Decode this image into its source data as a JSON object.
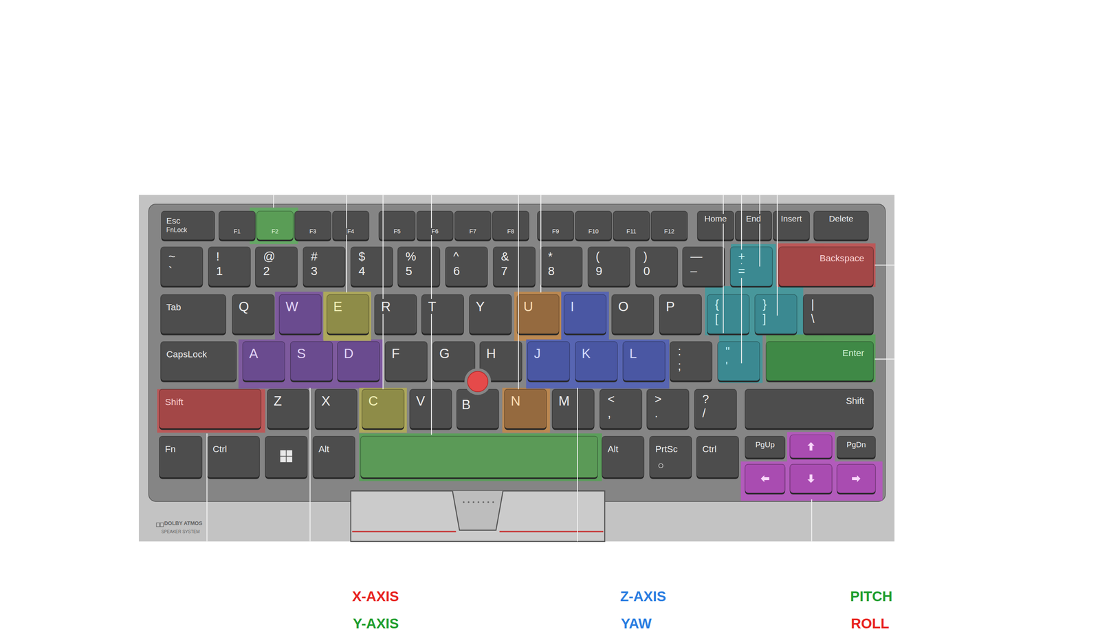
{
  "diagram": {
    "nodes": [
      {
        "text": [
          "Esc",
          "FnLock"
        ]
      },
      {
        "text": [
          "F1"
        ]
      },
      {
        "text": [
          "F2"
        ]
      },
      {
        "text": [
          "F3"
        ]
      },
      {
        "text": [
          "F4"
        ]
      },
      {
        "text": [
          "F5"
        ]
      },
      {
        "text": [
          "F6"
        ]
      },
      {
        "text": [
          "F7"
        ]
      },
      {
        "text": [
          "F8"
        ]
      },
      {
        "text": [
          "F9"
        ]
      },
      {
        "text": [
          "F10"
        ]
      },
      {
        "text": [
          "F11"
        ]
      },
      {
        "text": [
          "F12"
        ]
      },
      {
        "text": [
          "Home"
        ]
      },
      {
        "text": [
          "End"
        ]
      },
      {
        "text": [
          "Insert"
        ]
      },
      {
        "text": [
          "Delete"
        ]
      },
      {
        "text": [
          "~",
          "`"
        ]
      },
      {
        "text": [
          "!",
          "1"
        ]
      },
      {
        "text": [
          "@",
          "2"
        ]
      },
      {
        "text": [
          "#",
          "3"
        ]
      },
      {
        "text": [
          "$",
          "4"
        ]
      },
      {
        "text": [
          "%",
          "5"
        ]
      },
      {
        "text": [
          "^",
          "6"
        ]
      },
      {
        "text": [
          "&",
          "7"
        ]
      },
      {
        "text": [
          "*",
          "8"
        ]
      },
      {
        "text": [
          "(",
          "9"
        ]
      },
      {
        "text": [
          ")",
          "0"
        ]
      },
      {
        "text": [
          "—",
          "–"
        ]
      },
      {
        "text": [
          "+",
          "="
        ]
      },
      {
        "text": [
          "Backspace"
        ]
      },
      {
        "text": [
          "Tab"
        ]
      },
      {
        "text": [
          "Q"
        ]
      },
      {
        "text": [
          "W"
        ]
      },
      {
        "text": [
          "E"
        ]
      },
      {
        "text": [
          "R"
        ]
      },
      {
        "text": [
          "T"
        ]
      },
      {
        "text": [
          "Y"
        ]
      },
      {
        "text": [
          "U"
        ]
      },
      {
        "text": [
          "I"
        ]
      },
      {
        "text": [
          "O"
        ]
      },
      {
        "text": [
          "P"
        ]
      },
      {
        "text": [
          "{",
          "["
        ]
      },
      {
        "text": [
          "}",
          "]"
        ]
      },
      {
        "text": [
          "|",
          "\\"
        ]
      },
      {
        "text": [
          "CapsLock"
        ]
      },
      {
        "text": [
          "A"
        ]
      },
      {
        "text": [
          "S"
        ]
      },
      {
        "text": [
          "D"
        ]
      },
      {
        "text": [
          "F"
        ]
      },
      {
        "text": [
          "G"
        ]
      },
      {
        "text": [
          "H"
        ]
      },
      {
        "text": [
          "J"
        ]
      },
      {
        "text": [
          "K"
        ]
      },
      {
        "text": [
          "L"
        ]
      },
      {
        "text": [
          ":",
          ";"
        ]
      },
      {
        "text": [
          "\"",
          "'"
        ]
      },
      {
        "text": [
          "Enter"
        ]
      },
      {
        "text": [
          "Shift"
        ]
      },
      {
        "text": [
          "Z"
        ]
      },
      {
        "text": [
          "X"
        ]
      },
      {
        "text": [
          "C"
        ]
      },
      {
        "text": [
          "V"
        ]
      },
      {
        "text": [
          "B"
        ]
      },
      {
        "text": [
          "N"
        ]
      },
      {
        "text": [
          "M"
        ]
      },
      {
        "text": [
          "<",
          ","
        ]
      },
      {
        "text": [
          ">",
          "."
        ]
      },
      {
        "text": [
          "?",
          "/"
        ]
      },
      {
        "text": [
          "Shift"
        ]
      },
      {
        "text": [
          "Fn"
        ]
      },
      {
        "text": [
          "Ctrl"
        ]
      },
      {
        "text": [
          "Alt"
        ]
      },
      {
        "text": [
          "Alt"
        ]
      },
      {
        "text": [
          "PrtSc"
        ]
      },
      {
        "text": [
          "Ctrl"
        ]
      },
      {
        "text": [
          "PgUp"
        ]
      },
      {
        "text": [
          "PgDn"
        ]
      }
    ],
    "labels": [
      "DOLBY ATMOS",
      "SPEAKER SYSTEM",
      "X-AXIS",
      "Y-AXIS",
      "Z-AXIS",
      "YAW",
      "PITCH",
      "ROLL"
    ]
  }
}
